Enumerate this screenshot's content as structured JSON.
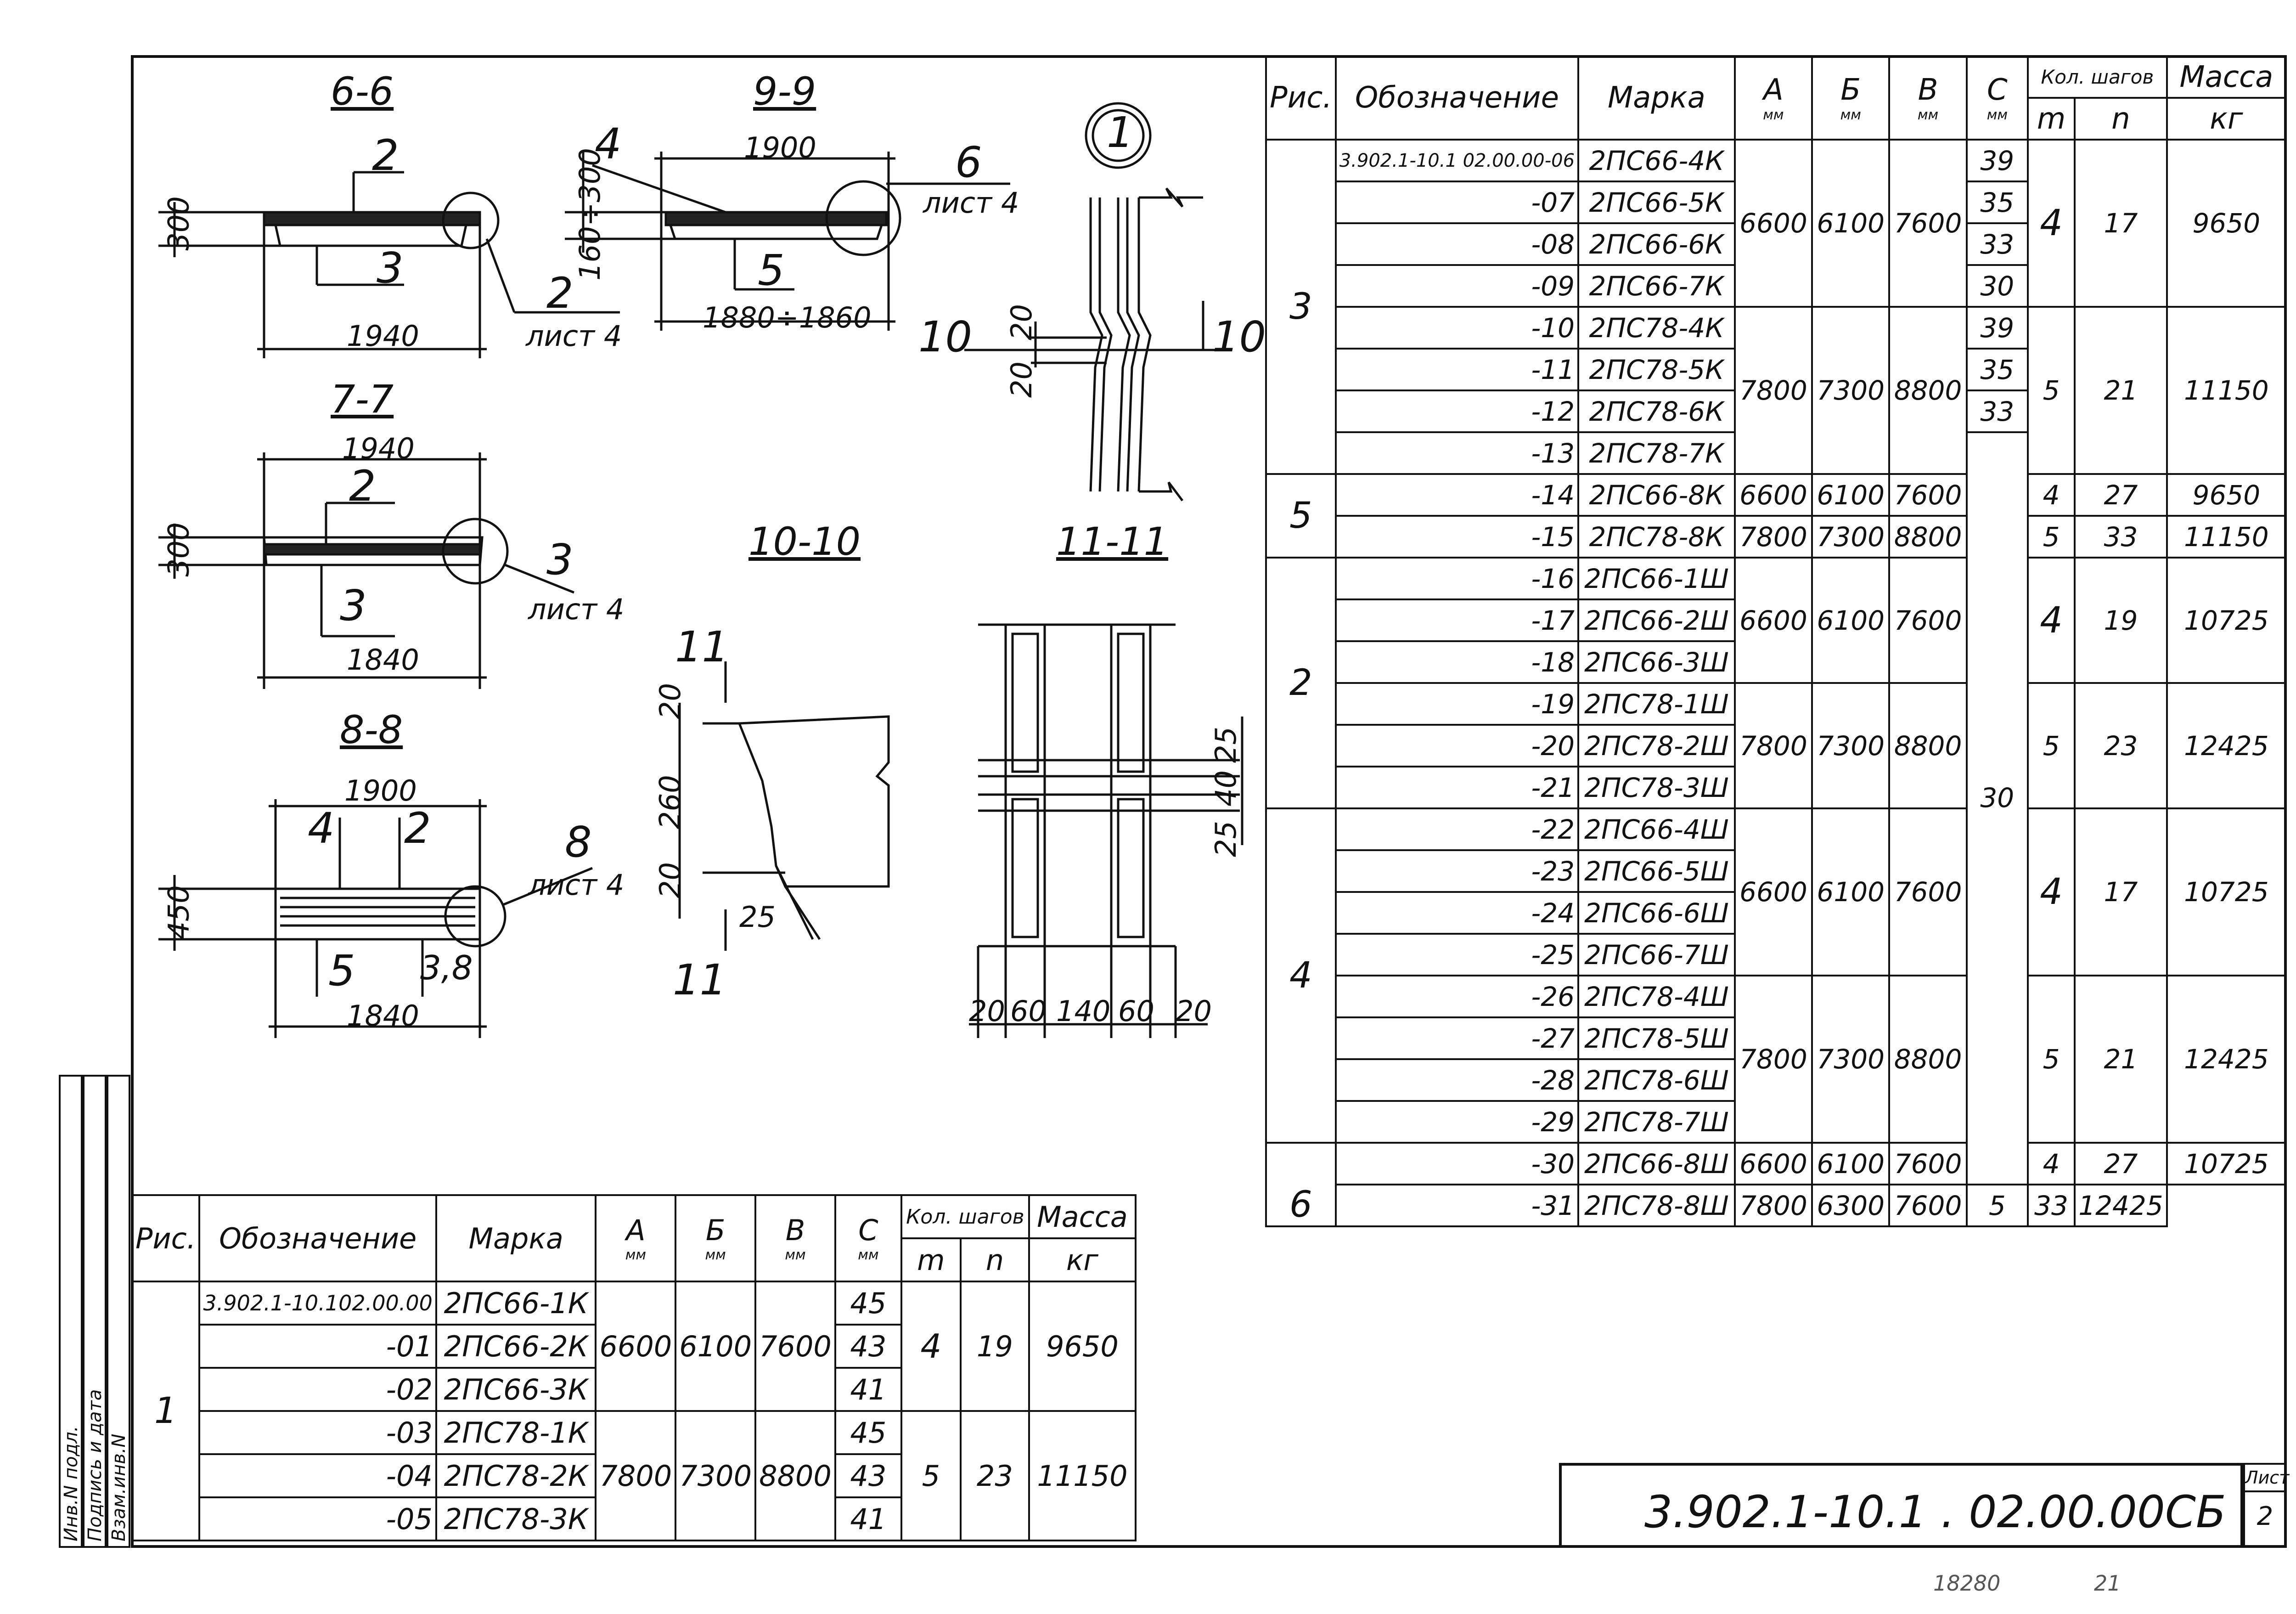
{
  "document": {
    "designation": "3.902.1-10.1 . 02.00.00СБ",
    "sheet_label": "Лист",
    "sheet_number": "2",
    "footer_numbers": [
      "18280",
      "21"
    ],
    "side_stamp": [
      "Инв.N подл.",
      "Подпись и дата",
      "Взам.инв.N"
    ]
  },
  "sections": {
    "s66": "6-6",
    "s77": "7-7",
    "s88": "8-8",
    "s99": "9-9",
    "s1010": "10-10",
    "s1111": "11-11",
    "node": "1"
  },
  "drawing_labels": {
    "s66": {
      "top": "2",
      "bottom": "3",
      "width": "1940",
      "height": "300",
      "ref": "2",
      "sheet": "лист 4"
    },
    "s77": {
      "top": "2",
      "bottom": "3",
      "w_top": "1940",
      "w_bot": "1840",
      "height": "300",
      "ref": "3",
      "sheet": "лист 4"
    },
    "s88": {
      "l": "4",
      "r": "2",
      "b1": "5",
      "b2": "3,8",
      "w_top": "1900",
      "w_bot": "1840",
      "height": "450",
      "ref": "8",
      "sheet": "лист 4"
    },
    "s99": {
      "l": "4",
      "b": "5",
      "w_top": "1900",
      "w_bot": "1880÷1860",
      "height": "160÷300",
      "ref": "6",
      "sheet": "лист 4"
    },
    "node1": {
      "d1": "20",
      "d2": "20",
      "cut": "10"
    },
    "s1010": {
      "d1": "20",
      "d2": "260",
      "d3": "20",
      "d4": "25",
      "cut": "11"
    },
    "s1111": {
      "v1": "25",
      "v2": "40",
      "v3": "25",
      "h": [
        "20",
        "60",
        "140",
        "60",
        "20"
      ]
    }
  },
  "table_right": {
    "headers": {
      "ris": "Рис.",
      "oboz": "Обозначение",
      "marka": "Марка",
      "a": "А",
      "b": "Б",
      "v": "В",
      "c": "С",
      "mm": "мм",
      "kol": "Кол. шагов",
      "m": "m",
      "n": "n",
      "massa": "Масса",
      "kg": "кг"
    },
    "rows": [
      {
        "code": "3.902.1-10.1 02.00.00-06",
        "mark": "2ПС66-4К",
        "c": "39"
      },
      {
        "code": "-07",
        "mark": "2ПС66-5К",
        "c": "35"
      },
      {
        "code": "-08",
        "mark": "2ПС66-6К",
        "c": "33"
      },
      {
        "code": "-09",
        "mark": "2ПС66-7К",
        "c": "30"
      },
      {
        "code": "-10",
        "mark": "2ПС78-4К",
        "c": "39"
      },
      {
        "code": "-11",
        "mark": "2ПС78-5К",
        "c": "35"
      },
      {
        "code": "-12",
        "mark": "2ПС78-6К",
        "c": "33"
      },
      {
        "code": "-13",
        "mark": "2ПС78-7К",
        "c": ""
      },
      {
        "code": "-14",
        "mark": "2ПС66-8К",
        "c": ""
      },
      {
        "code": "-15",
        "mark": "2ПС78-8К",
        "c": ""
      },
      {
        "code": "-16",
        "mark": "2ПС66-1Ш",
        "c": ""
      },
      {
        "code": "-17",
        "mark": "2ПС66-2Ш",
        "c": ""
      },
      {
        "code": "-18",
        "mark": "2ПС66-3Ш",
        "c": ""
      },
      {
        "code": "-19",
        "mark": "2ПС78-1Ш",
        "c": ""
      },
      {
        "code": "-20",
        "mark": "2ПС78-2Ш",
        "c": ""
      },
      {
        "code": "-21",
        "mark": "2ПС78-3Ш",
        "c": ""
      },
      {
        "code": "-22",
        "mark": "2ПС66-4Ш",
        "c": ""
      },
      {
        "code": "-23",
        "mark": "2ПС66-5Ш",
        "c": ""
      },
      {
        "code": "-24",
        "mark": "2ПС66-6Ш",
        "c": ""
      },
      {
        "code": "-25",
        "mark": "2ПС66-7Ш",
        "c": ""
      },
      {
        "code": "-26",
        "mark": "2ПС78-4Ш",
        "c": ""
      },
      {
        "code": "-27",
        "mark": "2ПС78-5Ш",
        "c": ""
      },
      {
        "code": "-28",
        "mark": "2ПС78-6Ш",
        "c": ""
      },
      {
        "code": "-29",
        "mark": "2ПС78-7Ш",
        "c": ""
      },
      {
        "code": "-30",
        "mark": "2ПС66-8Ш",
        "c": ""
      },
      {
        "code": "-31",
        "mark": "2ПС78-8Ш",
        "c": ""
      }
    ],
    "groups": {
      "ris": [
        "3",
        "5",
        "2",
        "4",
        "6"
      ],
      "abv": [
        {
          "a": "6600",
          "b": "6100",
          "v": "7600"
        },
        {
          "a": "7800",
          "b": "7300",
          "v": "8800"
        },
        {
          "a": "6600",
          "b": "6100",
          "v": "7600"
        },
        {
          "a": "7800",
          "b": "7300",
          "v": "8800"
        },
        {
          "a": "6600",
          "b": "6100",
          "v": "7600"
        },
        {
          "a": "7800",
          "b": "7300",
          "v": "8800"
        },
        {
          "a": "6600",
          "b": "6100",
          "v": "7600"
        },
        {
          "a": "7800",
          "b": "7300",
          "v": "8800"
        },
        {
          "a": "6600",
          "b": "6100",
          "v": "7600"
        },
        {
          "a": "7800",
          "b": "6300",
          "v": "7600"
        }
      ],
      "c_merged": "30",
      "mnm": [
        {
          "m": "4",
          "n": "17",
          "mass": "9650"
        },
        {
          "m": "5",
          "n": "21",
          "mass": "11150"
        },
        {
          "m": "4",
          "n": "27",
          "mass": "9650"
        },
        {
          "m": "5",
          "n": "33",
          "mass": "11150"
        },
        {
          "m": "4",
          "n": "19",
          "mass": "10725"
        },
        {
          "m": "5",
          "n": "23",
          "mass": "12425"
        },
        {
          "m": "4",
          "n": "17",
          "mass": "10725"
        },
        {
          "m": "5",
          "n": "21",
          "mass": "12425"
        },
        {
          "m": "4",
          "n": "27",
          "mass": "10725"
        },
        {
          "m": "5",
          "n": "33",
          "mass": "12425"
        }
      ]
    }
  },
  "table_left": {
    "headers": {
      "ris": "Рис.",
      "oboz": "Обозначение",
      "marka": "Марка",
      "a": "А",
      "b": "Б",
      "v": "В",
      "c": "С",
      "mm": "мм",
      "kol": "Кол. шагов",
      "m": "m",
      "n": "n",
      "massa": "Масса",
      "kg": "кг"
    },
    "ris": "1",
    "rows": [
      {
        "code": "3.902.1-10.102.00.00",
        "mark": "2ПС66-1К",
        "c": "45"
      },
      {
        "code": "-01",
        "mark": "2ПС66-2К",
        "c": "43"
      },
      {
        "code": "-02",
        "mark": "2ПС66-3К",
        "c": "41"
      },
      {
        "code": "-03",
        "mark": "2ПС78-1К",
        "c": "45"
      },
      {
        "code": "-04",
        "mark": "2ПС78-2К",
        "c": "43"
      },
      {
        "code": "-05",
        "mark": "2ПС78-3К",
        "c": "41"
      }
    ],
    "groups": [
      {
        "a": "6600",
        "b": "6100",
        "v": "7600",
        "m": "4",
        "n": "19",
        "mass": "9650"
      },
      {
        "a": "7800",
        "b": "7300",
        "v": "8800",
        "m": "5",
        "n": "23",
        "mass": "11150"
      }
    ]
  }
}
